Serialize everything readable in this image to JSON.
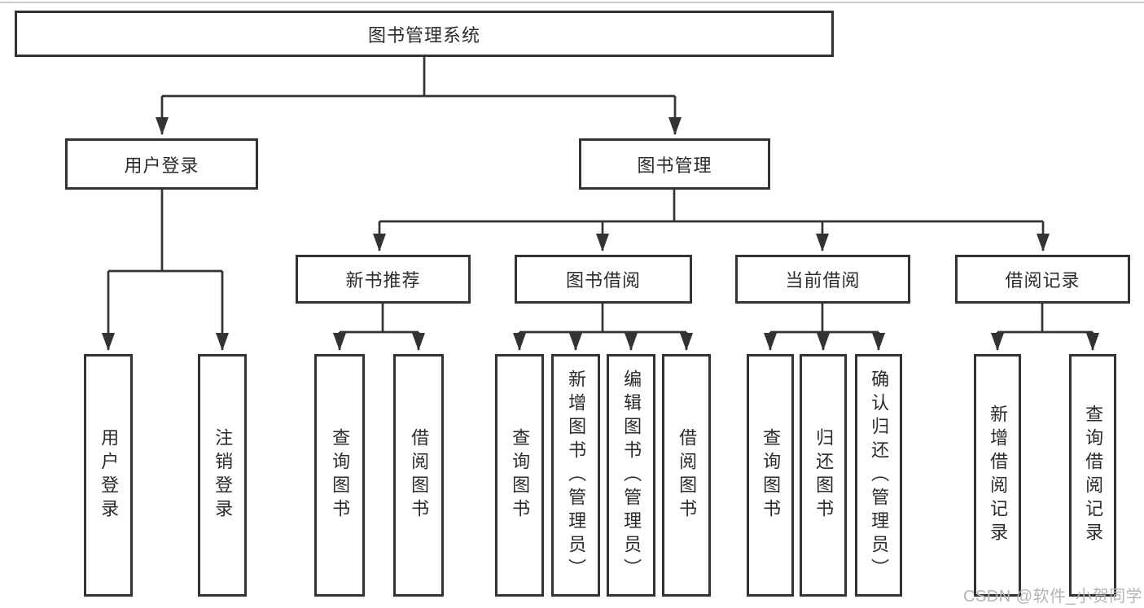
{
  "colors": {
    "background": "#ffffff",
    "box_border": "#333333",
    "connector_line": "#333333",
    "text": "#2b2b2b",
    "watermark": "#b4b4b4",
    "top_rule": "#cccccc"
  },
  "tree": {
    "label": "图书管理系统",
    "children": [
      {
        "label": "用户登录",
        "children": [
          {
            "label": "用户登录"
          },
          {
            "label": "注销登录"
          }
        ]
      },
      {
        "label": "图书管理",
        "children": [
          {
            "label": "新书推荐",
            "children": [
              {
                "label": "查询图书"
              },
              {
                "label": "借阅图书"
              }
            ]
          },
          {
            "label": "图书借阅",
            "children": [
              {
                "label": "查询图书"
              },
              {
                "label": "新增图书（管理员）"
              },
              {
                "label": "编辑图书（管理员）"
              },
              {
                "label": "借阅图书"
              }
            ]
          },
          {
            "label": "当前借阅",
            "children": [
              {
                "label": "查询图书"
              },
              {
                "label": "归还图书"
              },
              {
                "label": "确认归还（管理员）"
              }
            ]
          },
          {
            "label": "借阅记录",
            "children": [
              {
                "label": "新增借阅记录"
              },
              {
                "label": "查询借阅记录"
              }
            ]
          }
        ]
      }
    ]
  },
  "watermark": {
    "text": "CSDN @软件_小贺同学"
  }
}
